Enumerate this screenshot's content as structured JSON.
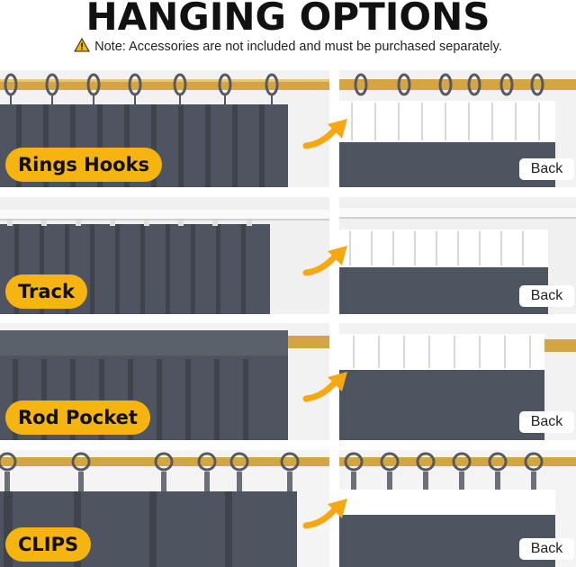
{
  "title": "HANGING OPTIONS",
  "note": "Note: Accessories are not included and must be purchased separately.",
  "colors": {
    "label_bg": "#f5b40f",
    "arrow": "#f5a812",
    "curtain": "#4f5560",
    "rod_gold": "#d4a543"
  },
  "icons": {
    "note": "warning-triangle-icon",
    "pointer": "curved-arrow-icon"
  },
  "options": [
    {
      "label": "Rings Hooks",
      "back_label": "Back"
    },
    {
      "label": "Track",
      "back_label": "Back"
    },
    {
      "label": "Rod Pocket",
      "back_label": "Back"
    },
    {
      "label": "CLIPS",
      "back_label": "Back"
    }
  ]
}
